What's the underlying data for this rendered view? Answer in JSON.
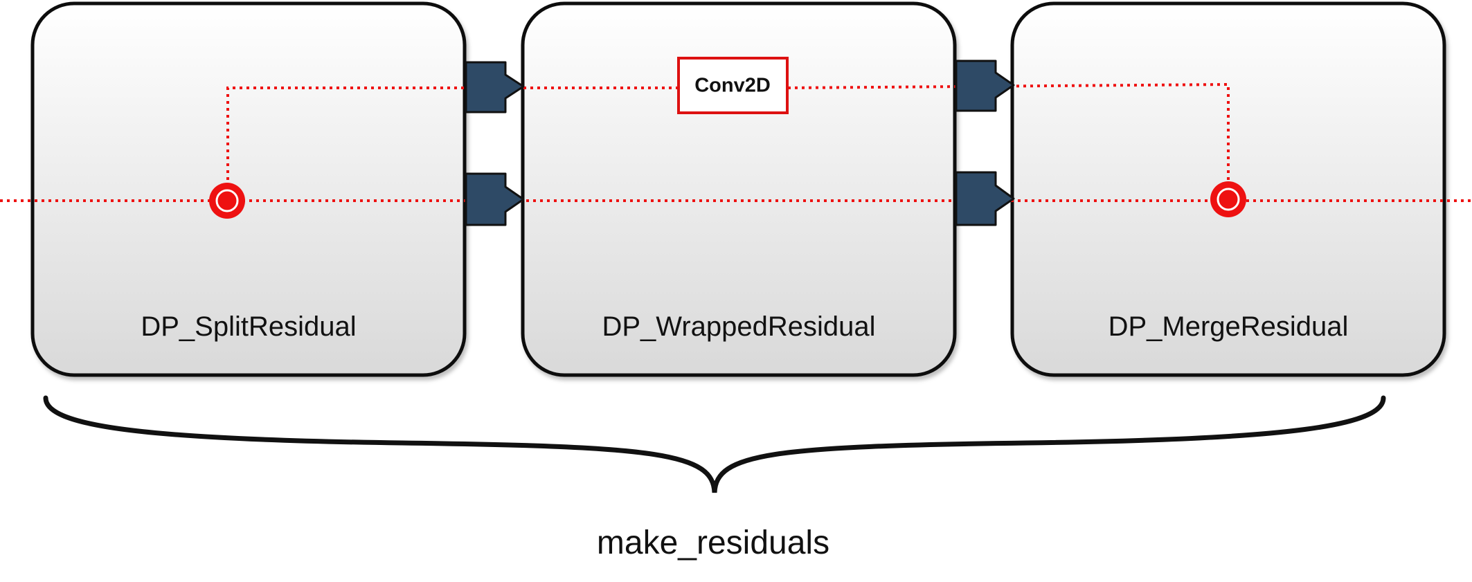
{
  "diagram": {
    "blocks": [
      {
        "id": "split",
        "label": "DP_SplitResidual"
      },
      {
        "id": "wrapped",
        "label": "DP_WrappedResidual"
      },
      {
        "id": "merge",
        "label": "DP_MergeResidual"
      }
    ],
    "operation": {
      "label": "Conv2D"
    },
    "group": {
      "label": "make_residuals"
    }
  },
  "colors": {
    "signal_line": "#ee1111",
    "connector": "#2e4a66",
    "block_border": "#111111",
    "block_gradient_top": "#ffffff",
    "block_gradient_bottom": "#dadada"
  }
}
